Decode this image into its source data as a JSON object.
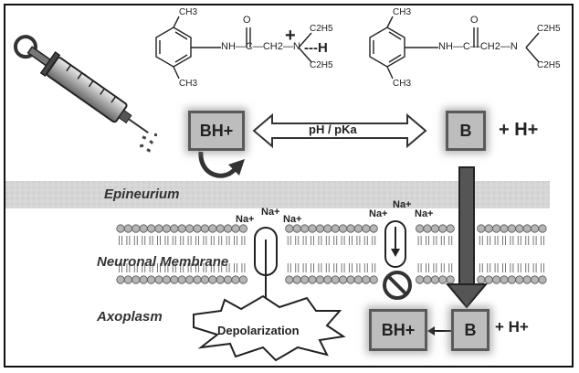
{
  "structures": {
    "ionized": {
      "ch3_top": "CH3",
      "ch3_bottom": "CH3",
      "oxygen": "O",
      "chain": "NH—C—CH2—N",
      "plus": "+",
      "et_top": "C2H5",
      "et_bottom": "C2H5",
      "hydrogen": "---H"
    },
    "neutral": {
      "ch3_top": "CH3",
      "ch3_bottom": "CH3",
      "oxygen": "O",
      "chain": "NH—C—CH2—N",
      "et_top": "C2H5",
      "et_bottom": "C2H5"
    }
  },
  "equilibrium": {
    "left_species": "BH+",
    "right_species": "B",
    "ratio_label": "pH / pKa",
    "proton": "+ H+"
  },
  "layers": {
    "epineurium": "Epineurium",
    "membrane": "Neuronal Membrane",
    "axoplasm": "Axoplasm"
  },
  "channel_left": {
    "ions": [
      "Na+",
      "Na+",
      "Na+"
    ]
  },
  "channel_right": {
    "ions": [
      "Na+",
      "Na+",
      "Na+"
    ]
  },
  "axoplasm_equilibrium": {
    "left_species": "BH+",
    "right_species": "B",
    "proton": "+ H+"
  },
  "effect_label": "Depolarization",
  "icons": [
    "syringe-icon",
    "curved-arrow-icon",
    "double-arrow-icon",
    "block-icon",
    "down-arrow-icon",
    "starburst-icon"
  ],
  "colors": {
    "box_fill": "#bdbdbd",
    "box_border": "#5a5a5a",
    "phospholipid": "#b5b5b5",
    "epineurium_band": "#d3d3d3",
    "arrow_dark": "#555555"
  }
}
